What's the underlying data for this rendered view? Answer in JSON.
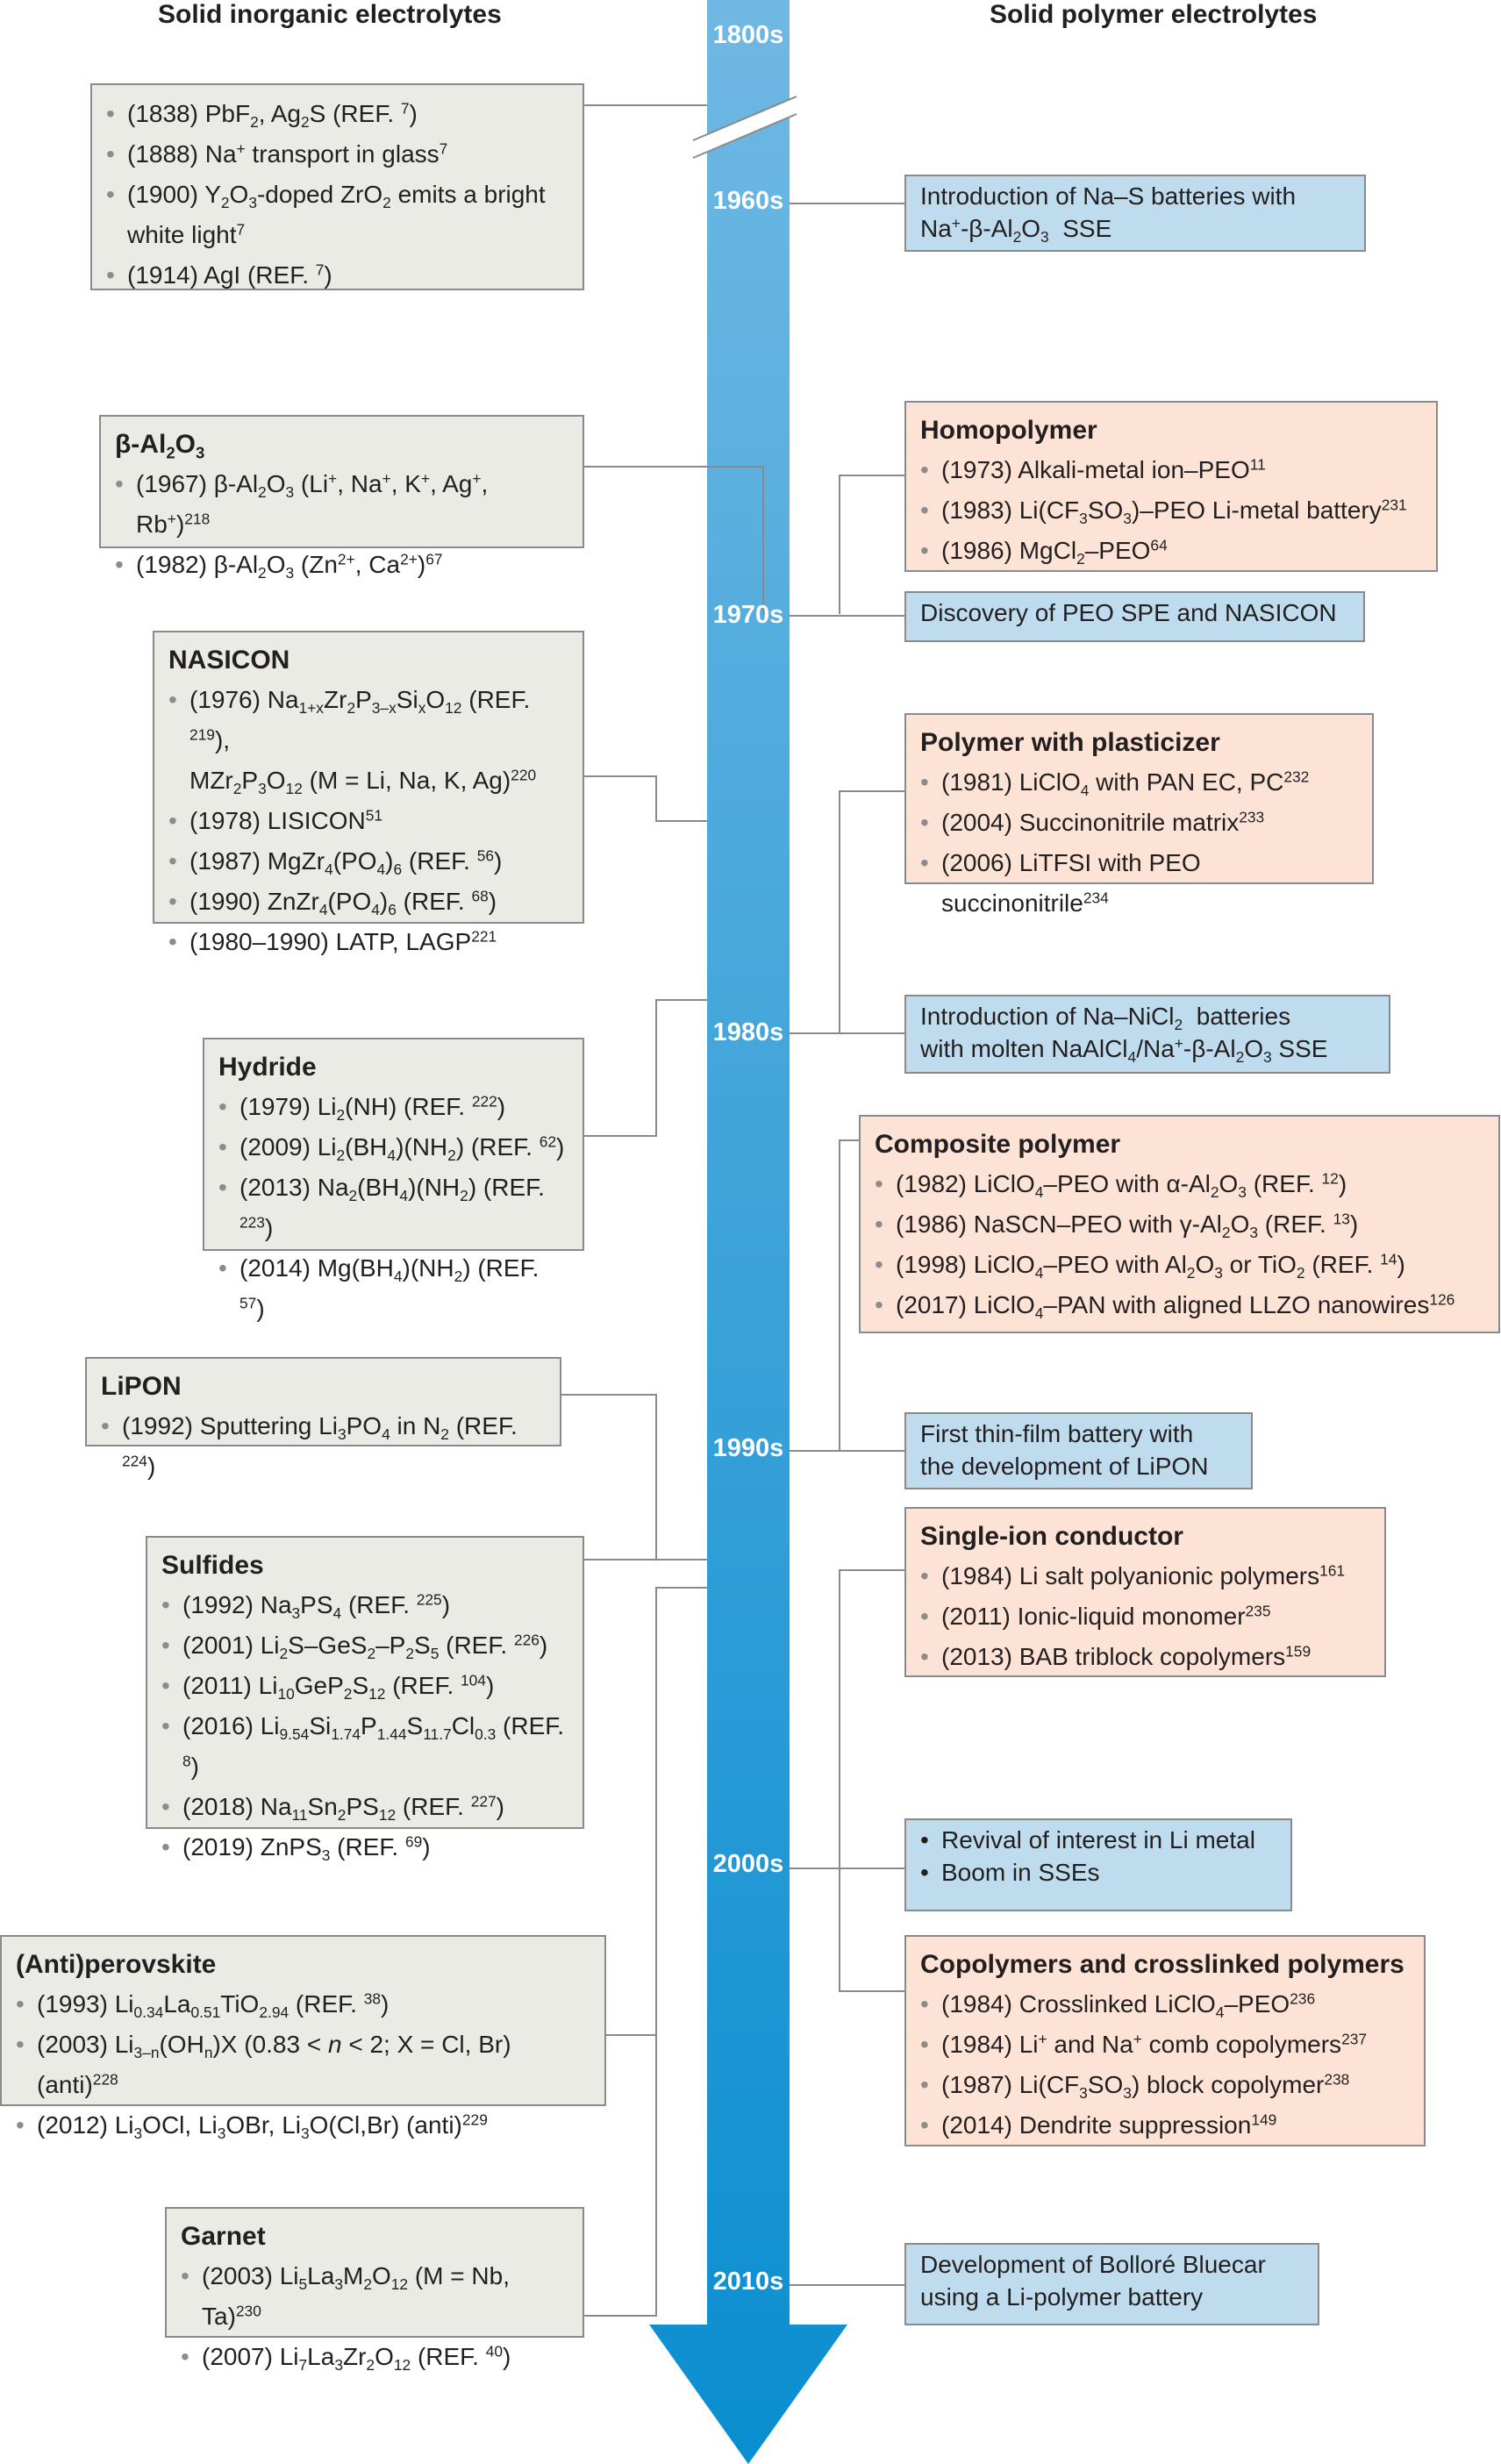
{
  "headers": {
    "left": "Solid inorganic electrolytes",
    "right": "Solid polymer electrolytes"
  },
  "decades": [
    "1800s",
    "1960s",
    "1970s",
    "1980s",
    "1990s",
    "2000s",
    "2010s"
  ],
  "colors": {
    "arrow_top": "#6fb8e3",
    "arrow_bottom": "#0a8ed0",
    "inorganic_box": "#ebebe6",
    "polymer_box": "#fde3d5",
    "event_box": "#bfdcef",
    "connector": "#8a8a8a"
  },
  "inorganic": {
    "early": {
      "items": [
        "(1838) PbF₂, Ag₂S (REF. 7)",
        "(1888) Na⁺ transport in glass7",
        "(1900) Y₂O₃-doped ZrO₂ emits a bright white light7",
        "(1914) AgI (REF. 7)"
      ]
    },
    "beta_alumina": {
      "title": "β-Al₂O₃",
      "items": [
        "(1967) β-Al₂O₃ (Li⁺, Na⁺, K⁺, Ag⁺, Rb⁺)218",
        "(1982) β-Al₂O₃ (Zn²⁺, Ca²⁺)67"
      ]
    },
    "nasicon": {
      "title": "NASICON",
      "items": [
        "(1976) Na1+xZr2P3–xSixO12 (REF. 219), MZr2P3O12 (M = Li, Na, K, Ag)220",
        "(1978) LISICON51",
        "(1987) MgZr4(PO4)6 (REF. 56)",
        "(1990) ZnZr4(PO4)6 (REF. 68)",
        "(1980–1990) LATP, LAGP221"
      ]
    },
    "hydride": {
      "title": "Hydride",
      "items": [
        "(1979) Li2(NH) (REF. 222)",
        "(2009) Li2(BH4)(NH2) (REF. 62)",
        "(2013) Na2(BH4)(NH2) (REF. 223)",
        "(2014) Mg(BH4)(NH2) (REF. 57)"
      ]
    },
    "lipon": {
      "title": "LiPON",
      "items": [
        "(1992) Sputtering Li3PO4 in N2 (REF. 224)"
      ]
    },
    "sulfides": {
      "title": "Sulfides",
      "items": [
        "(1992) Na3PS4 (REF. 225)",
        "(2001) Li2S–GeS2–P2S5 (REF. 226)",
        "(2011) Li10GeP2S12 (REF. 104)",
        "(2016) Li9.54Si1.74P1.44S11.7Cl0.3 (REF. 8)",
        "(2018) Na11Sn2PS12 (REF. 227)",
        "(2019) ZnPS3 (REF. 69)"
      ]
    },
    "perovskite": {
      "title": "(Anti)perovskite",
      "items": [
        "(1993) Li0.34La0.51TiO2.94 (REF. 38)",
        "(2003) Li3–n(OHn)X (0.83 < n < 2; X = Cl, Br) (anti)228",
        "(2012) Li3OCl, Li3OBr, Li3O(Cl,Br) (anti)229"
      ]
    },
    "garnet": {
      "title": "Garnet",
      "items": [
        "(2003) Li5La3M2O12 (M = Nb, Ta)230",
        "(2007) Li7La3Zr2O12 (REF. 40)"
      ]
    }
  },
  "polymer": {
    "homopolymer": {
      "title": "Homopolymer",
      "items": [
        "(1973) Alkali-metal ion–PEO11",
        "(1983) Li(CF3SO3)–PEO Li-metal battery231",
        "(1986) MgCl2–PEO64"
      ]
    },
    "plasticizer": {
      "title": "Polymer with plasticizer",
      "items": [
        "(1981) LiClO4 with PAN EC, PC232",
        "(2004) Succinonitrile matrix233",
        "(2006) LiTFSI with PEO succinonitrile234"
      ]
    },
    "composite": {
      "title": "Composite polymer",
      "items": [
        "(1982) LiClO4–PEO with α-Al2O3 (REF. 12)",
        "(1986) NaSCN–PEO with γ-Al2O3 (REF. 13)",
        "(1998) LiClO4–PEO with Al2O3 or TiO2 (REF. 14)",
        "(2017) LiClO4–PAN with aligned LLZO nanowires126"
      ]
    },
    "single_ion": {
      "title": "Single-ion conductor",
      "items": [
        "(1984) Li salt polyanionic polymers161",
        "(2011) Ionic-liquid monomer235",
        "(2013) BAB triblock copolymers159"
      ]
    },
    "copolymers": {
      "title": "Copolymers and crosslinked polymers",
      "items": [
        "(1984) Crosslinked LiClO4–PEO236",
        "(1984) Li⁺ and Na⁺ comb copolymers237",
        "(1987) Li(CF3SO3) block copolymer238",
        "(2014) Dendrite suppression149"
      ]
    }
  },
  "events": {
    "e1960": "Introduction of Na–S batteries with Na⁺-β-Al₂O₃ SSE",
    "e1970": "Discovery of PEO SPE and NASICON",
    "e1980": "Introduction of Na–NiCl2 batteries with molten NaAlCl4/Na⁺-β-Al2O3 SSE",
    "e1990": "First thin-film battery with the development of LiPON",
    "e2000": [
      "Revival of interest in Li metal",
      "Boom in SSEs"
    ],
    "e2010": "Development of Bolloré Bluecar using a Li-polymer battery"
  }
}
